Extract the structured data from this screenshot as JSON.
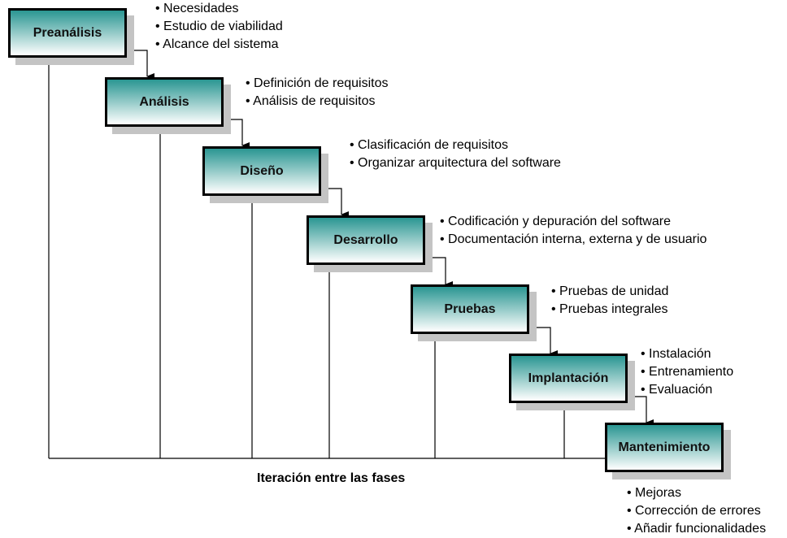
{
  "phases": [
    {
      "name": "Preanálisis",
      "items": [
        "Necesidades",
        "Estudio de viabilidad",
        "Alcance del sistema"
      ]
    },
    {
      "name": "Análisis",
      "items": [
        "Definición de requisitos",
        "Análisis de requisitos"
      ]
    },
    {
      "name": "Diseño",
      "items": [
        "Clasificación de requisitos",
        "Organizar arquitectura del software"
      ]
    },
    {
      "name": "Desarrollo",
      "items": [
        "Codificación y depuración del software",
        "Documentación interna, externa y de usuario"
      ]
    },
    {
      "name": "Pruebas",
      "items": [
        "Pruebas de unidad",
        "Pruebas integrales"
      ]
    },
    {
      "name": "Implantación",
      "items": [
        "Instalación",
        "Entrenamiento",
        "Evaluación"
      ]
    },
    {
      "name": "Mantenimiento",
      "items": [
        "Mejoras",
        "Corrección de errores",
        "Añadir funcionalidades"
      ]
    }
  ],
  "iteration_label": "Iteración entre las fases"
}
